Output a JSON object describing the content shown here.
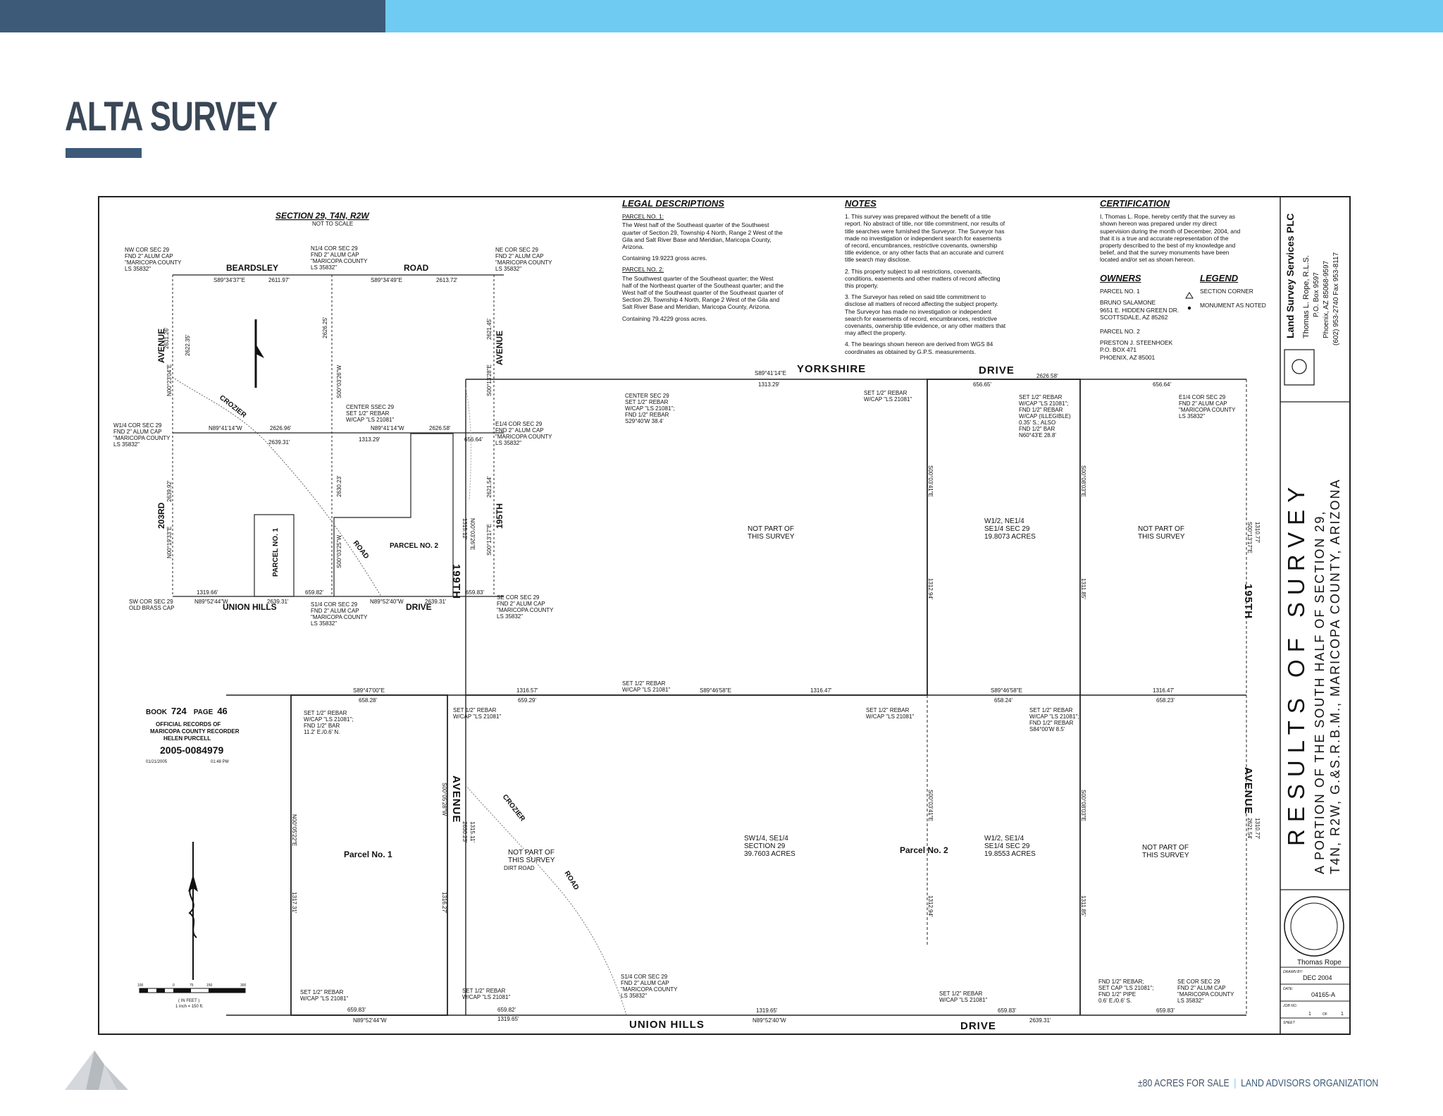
{
  "page": {
    "title": "ALTA SURVEY",
    "footer_acres": "±80 ACRES FOR SALE",
    "footer_separator": "|",
    "footer_org": "LAND ADVISORS ORGANIZATION",
    "brand_color": "#3d5a78",
    "accent_color": "#6fcbf1",
    "logo_icon": "land-advisors-mountain-icon"
  },
  "vicinity": {
    "title": "SECTION 29, T4N, R2W",
    "subtitle": "NOT TO SCALE",
    "nw_cor": [
      "NW COR SEC 29",
      "FND 2\" ALUM CAP",
      "\"MARICOPA COUNTY",
      "LS 35832\""
    ],
    "n14_cor": [
      "N1/4 COR SEC 29",
      "FND 2\" ALUM CAP",
      "\"MARICOPA COUNTY",
      "LS 35832\""
    ],
    "ne_cor": [
      "NE COR SEC 29",
      "FND 2\" ALUM CAP",
      "\"MARICOPA COUNTY",
      "LS 35832\""
    ],
    "w14_cor": [
      "W1/4 COR SEC 29",
      "FND 2\" ALUM CAP",
      "\"MARICOPA COUNTY",
      "LS 35832\""
    ],
    "center_cor": [
      "CENTER SSEC 29",
      "SET 1/2\" REBAR",
      "W/CAP \"LS 21081\""
    ],
    "e14_cor": [
      "E1/4 COR SEC 29",
      "FND 2\" ALUM CAP",
      "\"MARICOPA COUNTY",
      "LS 35832\""
    ],
    "sw_cor": [
      "SW COR SEC 29",
      "OLD BRASS CAP"
    ],
    "s14_cor": [
      "S1/4 COR SEC 29",
      "FND 2\" ALUM CAP",
      "\"MARICOPA COUNTY",
      "LS 35832\""
    ],
    "se_cor": [
      "SE COR SEC 29",
      "FND 2\" ALUM CAP",
      "\"MARICOPA COUNTY",
      "LS 35832\""
    ],
    "beardsley": "BEARDSLEY",
    "road": "ROAD",
    "avenue": "AVENUE",
    "ave_203rd": "203RD",
    "ave_195th": "195TH",
    "union_hills": "UNION HILLS",
    "drive": "DRIVE",
    "crozier": "CROZIER",
    "road2": "ROAD",
    "parcel1": "PARCEL NO. 1",
    "parcel2": "PARCEL NO. 2",
    "b_n1": "S89°34'37\"E",
    "d_n1": "2611.97'",
    "b_n2": "S89°34'49\"E",
    "d_n2": "2613.72'",
    "b_m1": "N89°41'14\"W",
    "d_m1": "2626.96'",
    "b_m2": "N89°41'14\"W",
    "d_m2": "1313.29'",
    "d_m3": "2626.58'",
    "d_m4": "656.64'",
    "d_m5": "2639.31'",
    "b_s1": "N89°52'44\"W",
    "d_s1": "1319.66'",
    "d_s2": "2639.31'",
    "d_s3": "659.82'",
    "b_s2": "N89°52'40\"W",
    "d_s4": "2639.31'",
    "d_s5": "659.83'",
    "w_up_b": "N00°23'04\"E",
    "w_up_d1": "2631.26'",
    "w_up_d2": "2622.35'",
    "w_lo_b": "N00°19'33\"E",
    "w_lo_d": "2639.92'",
    "c_up_b": "S00°03'26\"W",
    "c_up_d": "2626.25'",
    "c_lo_b": "S00°03'25\"W",
    "c_lo_d": "2630.23'",
    "e_up_b": "S00°13'28\"E",
    "e_up_d": "2621.45'",
    "e_lo_b": "S00°13'17\"E",
    "e_lo_d": "2621.54'"
  },
  "legal": {
    "heading": "LEGAL DESCRIPTIONS",
    "p1_label": "PARCEL NO. 1:",
    "p1_text": "The West half of the Southeast quarter of the Southwest quarter of Section 29, Township 4 North, Range 2 West of the Gila and Salt River Base and Meridian, Maricopa County, Arizona.",
    "p1_area": "Containing 19.9223 gross acres.",
    "p2_label": "PARCEL NO. 2:",
    "p2_text": "The Southwest quarter of the Southeast quarter; the West half of the Northeast quarter of the Southeast quarter; and the West half of the Southeast quarter of the Southeast quarter of Section 29, Township 4 North, Range 2 West of the Gila and Salt River Base and Meridian, Maricopa County, Arizona.",
    "p2_area": "Containing 79.4229 gross acres."
  },
  "notes": {
    "heading": "NOTES",
    "n1": "1. This survey was prepared without the benefit of a title report. No abstract of title, nor title commitment, nor results of title searches were furnished the Surveyor. The Surveyor has made no investigation or independent search for easements of record, encumbrances, restrictive covenants, ownership title evidence, or any other facts that an accurate and current title search may disclose.",
    "n2": "2. This property subject to all restrictions, covenants, conditions, easements and other matters of record affecting this property.",
    "n3": "3. The Surveyor has relied on said title commitment to disclose all matters of record affecting the subject property. The Surveyor has made no investigation or independent search for easements of record, encumbrances, restrictive covenants, ownership title evidence, or any other matters that may affect the property.",
    "n4": "4. The bearings shown hereon are derived from WGS 84 coordinates as obtained by G.P.S. measurements."
  },
  "cert": {
    "heading": "CERTIFICATION",
    "text": "I, Thomas L. Rope, hereby certify that the survey as shown hereon was prepared under my direct supervision during the month of December, 2004, and that it is a true and accurate representation of the property described to the best of my knowledge and belief, and that the survey monuments have been located and/or set as shown hereon."
  },
  "owners": {
    "heading": "OWNERS",
    "p1_label": "PARCEL NO. 1",
    "p1_name": "BRUNO SALAMONE",
    "p1_addr1": "9651 E. HIDDEN GREEN DR.",
    "p1_addr2": "SCOTTSDALE, AZ 85262",
    "p2_label": "PARCEL NO. 2",
    "p2_name": "PRESTON J. STEENHOEK",
    "p2_addr1": "P.O. BOX 471",
    "p2_addr2": "PHOENIX, AZ 85001"
  },
  "legend": {
    "heading": "LEGEND",
    "corner": "SECTION CORNER",
    "monument": "MONUMENT AS NOTED",
    "corner_icon": "triangle-section-corner-icon",
    "monument_icon": "dot-monument-icon"
  },
  "title_block": {
    "company": "Land Survey Services PLC",
    "surveyor": "Thomas L. Rope, R.L.S.",
    "po_box": "P.O. Box 9597",
    "city": "Phoenix, AZ 85068-9597",
    "phone": "(602) 953-2740 Fax 953-8117",
    "results": "RESULTS OF SURVEY",
    "desc1": "A PORTION OF THE SOUTH HALF OF SECTION 29,",
    "desc2": "T4N, R2W, G.&S.R.B.M., MARICOPA COUNTY, ARIZONA",
    "drawn_label": "DRAWN BY:",
    "drawn_by": "Thomas Rope",
    "date_label": "DATE:",
    "date": "DEC 2004",
    "job_label": "JOB NO.",
    "job": "04165-A",
    "sheet_label": "SHEET",
    "sheet_no": "1",
    "sheet_of": "OF",
    "sheet_total": "1"
  },
  "recording": {
    "book_label": "BOOK",
    "book": "724",
    "page_label": "PAGE",
    "page": "46",
    "line1": "OFFICIAL RECORDS OF",
    "line2": "MARICOPA COUNTY RECORDER",
    "line3": "HELEN PURCELL",
    "number": "2005-0084979",
    "date": "01/21/2005",
    "time": "01:48 PM"
  },
  "scale": {
    "ticks": [
      "100",
      "0",
      "75",
      "150",
      "300"
    ],
    "unit": "( IN FEET )",
    "ratio": "1 inch = 150 ft."
  },
  "main": {
    "yorkshire": "YORKSHIRE",
    "drive_top": "DRIVE",
    "union_hills": "UNION HILLS",
    "drive_bottom": "DRIVE",
    "ave_199": "199TH",
    "avenue_199": "AVENUE",
    "ave_195": "195TH",
    "avenue_195": "AVENUE",
    "crozier": "CROZIER",
    "road": "ROAD",
    "dirt_road": "DIRT ROAD",
    "npts": "NOT PART OF",
    "npts2": "THIS SURVEY",
    "parcel1": "Parcel No. 1",
    "parcel2": "Parcel No. 2",
    "tract_a": [
      "W1/2, NE1/4",
      "SE1/4 SEC 29",
      "19.8073 ACRES"
    ],
    "tract_b": [
      "SW1/4, SE1/4",
      "SECTION 29",
      "39.7603 ACRES"
    ],
    "tract_c": [
      "W1/2, SE1/4",
      "SE1/4 SEC 29",
      "19.8553 ACRES"
    ],
    "center_note": [
      "CENTER SEC 29",
      "SET 1/2\" REBAR",
      "W/CAP \"LS 21081\";",
      "FND 1/2\" REBAR",
      "S29°40'W  38.4'"
    ],
    "rebar_top": [
      "SET 1/2\" REBAR",
      "W/CAP \"LS 21081\""
    ],
    "rebar_top2": [
      "SET 1/2\" REBAR",
      "W/CAP \"LS 21081\";",
      "FND 1/2\" REBAR",
      "W/CAP (ILLEGIBLE)",
      "0.35' S.; ALSO",
      "FND 1/2\" BAR",
      "N60°43'E  28.8'"
    ],
    "e14_note": [
      "E1/4 COR SEC 29",
      "FND 2\" ALUM CAP",
      "\"MARICOPA COUNTY",
      "LS 35832\""
    ],
    "rebar_w": [
      "SET 1/2\" REBAR",
      "W/CAP \"LS 21081\""
    ],
    "rebar_mid": [
      "SET 1/2\" REBAR",
      "W/CAP \"LS 21081\""
    ],
    "rebar_mid2": [
      "SET 1/2\" REBAR",
      "W/CAP \"LS 21081\";",
      "FND 1/2\" REBAR",
      "S84°00'W  8.5'"
    ],
    "rebar_p1a": [
      "SET 1/2\" REBAR",
      "W/CAP \"LS 21081\";",
      "FND 1/2\" BAR",
      "11.2' E./0.6' N."
    ],
    "rebar_p1b": [
      "SET 1/2\" REBAR",
      "W/CAP \"LS 21081\""
    ],
    "rebar_p1c": [
      "SET 1/2\" REBAR",
      "W/CAP \"LS 21081\""
    ],
    "rebar_p1d": [
      "SET 1/2\" REBAR",
      "W/CAP \"LS 21081\""
    ],
    "s14_note": [
      "S1/4 COR SEC 29",
      "FND 2\" ALUM CAP",
      "\"MARICOPA COUNTY",
      "LS 35832\""
    ],
    "rebar_bot": [
      "SET 1/2\" REBAR",
      "W/CAP \"LS 21081\""
    ],
    "fnd_bot": [
      "FND 1/2\" REBAR;",
      "SET CAP \"LS 21081\";",
      "FND 1/2\" PIPE",
      "0.6' E./0.6' S."
    ],
    "se_note": [
      "SE COR SEC 29",
      "FND 2\" ALUM CAP",
      "\"MARICOPA COUNTY",
      "LS 35832\""
    ],
    "b_top1": "S89°41'14\"E",
    "d_top1": "1313.29'",
    "d_top2": "656.65'",
    "d_top3": "2626.58'",
    "d_top4": "656.64'",
    "b_mid1": "S89°47'00\"E",
    "d_mid1": "658.28'",
    "d_mid2": "1316.57'",
    "d_mid3": "659.29'",
    "b_mid2": "S89°46'58\"E",
    "d_mid4": "1316.47'",
    "b_mid3": "S89°46'58\"E",
    "d_mid5": "658.24'",
    "d_mid6": "1316.47'",
    "d_mid7": "658.23'",
    "d_bot1": "659.83'",
    "b_bot1": "N89°52'44\"W",
    "d_bot2": "659.82'",
    "d_bot3": "1319.65'",
    "d_bot4": "1319.65'",
    "b_bot2": "N89°52'40\"W",
    "d_bot5": "659.83'",
    "d_bot6": "2639.31'",
    "d_bot7": "659.83'",
    "w_up_b": "N00°03'26\"E",
    "w_up_d": "1315.12'",
    "w_lo_b": "2630.23'",
    "w_lo_d": "1315.11'",
    "c1_up_b": "S00°03'41\"E",
    "c1_up_d": "1312.94'",
    "c2_up_b": "S00°08'03\"E",
    "c2_up_d": "1311.85'",
    "e_up_b": "S00°13'17\"E",
    "e_up_d": "1310.77'",
    "e_lo_b": "2621.54'",
    "e_lo_d": "1310.77'",
    "p1_w_b": "N00°05'22\"E",
    "p1_w_d": "1317.31'",
    "p1_e_b": "S00°05'28\"W",
    "p1_e_d": "1316.27'",
    "c1_lo_b": "S00°03'41\"E",
    "c1_lo_d": "1312.94'",
    "c2_lo_b": "S00°08'03\"E",
    "c2_lo_d": "1311.85'"
  }
}
